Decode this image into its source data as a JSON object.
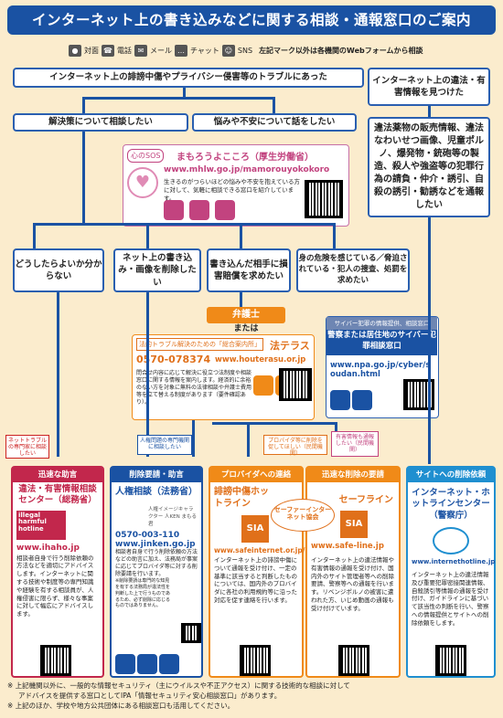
{
  "title": "インターネット上の書き込みなどに関する相談・通報窓口のご案内",
  "legend": {
    "items": [
      "対面",
      "電話",
      "メール",
      "チャット",
      "SNS"
    ],
    "note": "左記マーク以外は各機関のWebフォームから相談"
  },
  "flow": {
    "top_left": "インターネット上の誹謗中傷やプライバシー侵害等のトラブルにあった",
    "top_right": "インターネット上の違法・有害情報を見つけた",
    "solve": "解決策について相談したい",
    "worry": "悩みや不安について話をしたい",
    "illegal_list": "違法薬物の販売情報、違法なわいせつ画像、児童ポルノ、爆発物・銃砲等の製造、殺人や強盗等の犯罪行為の請負・仲介・誘引、自殺の誘引・勧誘などを通報したい",
    "q1": "どうしたらよいか分からない",
    "q2": "ネット上の書き込み・画像を削除したい",
    "q3": "書き込んだ相手に損害賠償を求めたい",
    "q4": "身の危険を感じている／脅迫されている・犯人の捜査、処罰を求めたい"
  },
  "sos": {
    "tag": "心のSOS",
    "name": "まもろうよこころ（厚生労働省）",
    "url": "www.mhlw.go.jp/mamorouyokokoro",
    "desc": "生きるのがつらいほどの悩みや不安を抱えている方に対して、気軽に相談できる窓口を紹介しています。"
  },
  "lawyer": {
    "label": "弁護士",
    "or": "または",
    "houterasu_tag": "法的トラブル解決のための「総合案内所」",
    "houterasu_name": "法テラス",
    "tel": "0570-078374",
    "url": "www.houterasu.or.jp",
    "desc": "問合せ内容に応じて解決に役立つ法制度や相談窓口に関する情報を案内します。経済的に余裕のない方を対象に無料の法律相談や弁護士費用等を立て替える制度があります（要件確認あり）。"
  },
  "cyber": {
    "tag": "サイバー犯罪の情報提供、相談窓口",
    "name": "警察または居住地のサイバー犯罪相談窓口",
    "url": "www.npa.go.jp/cyber/soudan.html"
  },
  "tags": {
    "t1": "ネットトラブルの専門家に相談したい",
    "t2": "人権問題の専門機関に相談したい",
    "t3": "プロバイダ等に削除を促してほしい（民間機関）",
    "t4": "有害情報も通報したい（民間機関）"
  },
  "bottom": [
    {
      "head": "迅速な助言",
      "name": "違法・有害情報相談センター（総務省）",
      "logo": "illegal harmful hotline",
      "url": "www.ihaho.jp",
      "desc": "相談者自身で行う削除依頼の方法などを適切にアドバイスします。インターネットに関する技術や制度等の専門知識や経験を有する相談員が、人権侵害に限らず、様々な事案に対して幅広にアドバイスします。"
    },
    {
      "head": "削除要請・助言",
      "name": "人権相談（法務省）",
      "logo_text": "人権イメージキャラクター 人KEN まもる君",
      "tel": "0570-003-110",
      "url": "www.jinken.go.jp",
      "desc": "相談者自身で行う削除依頼の方法などの助言に加え、法務局が事案に応じてプロバイダ等に対する削除要請を行います。",
      "note": "※削除要請は専門的な知見を有する法務局が違法性を判断した上で行うものであるため、必ず削除に応じるものではありません。"
    },
    {
      "head": "プロバイダへの連絡",
      "name": "誹謗中傷ホットライン",
      "logo": "SIA",
      "url": "www.safeinternet.or.jp/bullying/",
      "desc": "インターネット上の誹謗中傷について通報を受け付け、一定の基準に該当すると判断したものについては、国内外のプロバイダに各社の利用規約等に沿った対応を促す連絡を行います。"
    },
    {
      "head": "迅速な削除の要請",
      "name": "セーフライン",
      "logo": "SIA",
      "url": "www.safe-line.jp",
      "desc": "インターネット上の違法情報や有害情報の通報を受け付け、国内外のサイト管理者等への削除要請、警察等への通報を行います。リベンジポルノの被害に遭われた方、いじめ動画の通報も受け付けています。"
    },
    {
      "head": "サイトへの削除依頼",
      "name": "インターネット・ホットラインセンター（警察庁）",
      "url": "www.internethotline.jp",
      "desc": "インターネット上の違法情報及び重要犯罪密接関連情報、自殺誘引等情報の通報を受け付け、ガイドラインに基づいて該当性の判断を行い、警察への情報提供とサイトへの削除依頼をします。"
    }
  ],
  "safer": "セーファーインターネット協会",
  "footer": {
    "line1a": "※ 上記機関以外に、一般的な情報セキュリティ（主にウイルスや不正アクセス）に関する技術的な相談に対して",
    "line1b": "アドバイスを提供する窓口としてIPA「情報セキュリティ安心相談窓口」があります。",
    "line2": "※ 上記のほか、学校や地方公共団体にある相談窓口も活用してください。"
  }
}
